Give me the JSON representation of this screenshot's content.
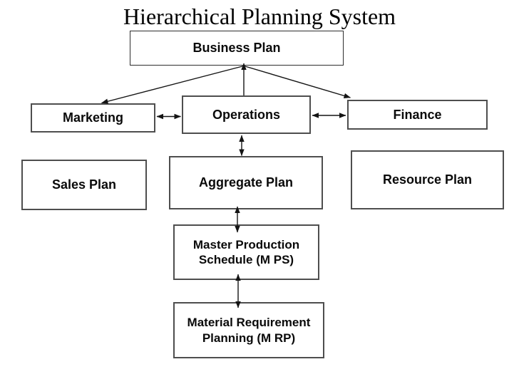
{
  "title": "Hierarchical Planning System",
  "colors": {
    "background": "#ffffff",
    "box_fill": "#ffffff",
    "box_border": "#4e4e4e",
    "connector_line": "#141414",
    "text": "#000000"
  },
  "nodes": [
    {
      "id": "business-plan",
      "label": "Business Plan"
    },
    {
      "id": "marketing",
      "label": "Marketing"
    },
    {
      "id": "operations",
      "label": "Operations"
    },
    {
      "id": "finance",
      "label": "Finance"
    },
    {
      "id": "sales-plan",
      "label": "Sales Plan"
    },
    {
      "id": "aggregate-plan",
      "label": "Aggregate Plan"
    },
    {
      "id": "resource-plan",
      "label": "Resource Plan"
    },
    {
      "id": "mps",
      "label": "Master Production Schedule (M PS)",
      "lines": [
        "Master Production",
        "Schedule (M PS)"
      ]
    },
    {
      "id": "mrp",
      "label": "Material Requirement Planning (M RP)",
      "lines": [
        "Material Requirement",
        "Planning (M RP)"
      ]
    }
  ],
  "edges": [
    {
      "from": "Business Plan",
      "to": "Marketing",
      "arrow": "single"
    },
    {
      "from": "Operations",
      "to": "Business Plan",
      "arrow": "single"
    },
    {
      "from": "Business Plan",
      "to": "Finance",
      "arrow": "single"
    },
    {
      "from": "Marketing",
      "to": "Operations",
      "arrow": "double"
    },
    {
      "from": "Operations",
      "to": "Finance",
      "arrow": "double"
    },
    {
      "from": "Operations",
      "to": "Aggregate Plan",
      "arrow": "double"
    },
    {
      "from": "Aggregate Plan",
      "to": "Master Production Schedule (M PS)",
      "arrow": "double"
    },
    {
      "from": "Master Production Schedule (M PS)",
      "to": "Material Requirement Planning (M RP)",
      "arrow": "double"
    }
  ]
}
